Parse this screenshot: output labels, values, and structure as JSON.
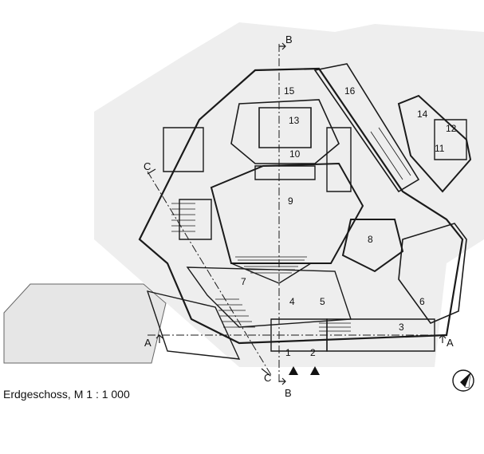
{
  "caption": "Erdgeschoss, M 1 : 1 000",
  "rooms": [
    "1",
    "2",
    "3",
    "4",
    "5",
    "6",
    "7",
    "8",
    "9",
    "10",
    "11",
    "12",
    "13",
    "14",
    "15",
    "16"
  ],
  "section_marks": {
    "a": "A",
    "b": "B",
    "c": "C"
  },
  "colors": {
    "ground": "#eeeeee",
    "wall": "#1a1a1a",
    "paper": "#ffffff"
  },
  "icons": [
    "north-arrow-icon",
    "entrance-arrow-icon"
  ]
}
